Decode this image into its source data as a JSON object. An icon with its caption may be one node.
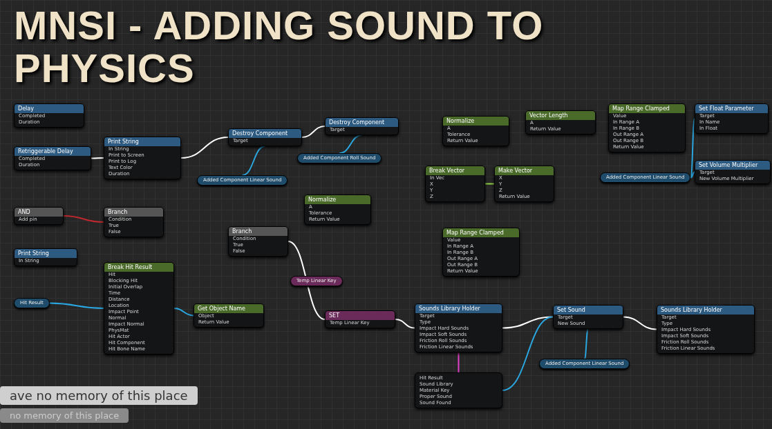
{
  "diagram": {
    "title": "MNSI - ADDING SOUND TO PHYSICS",
    "nodes": [
      {
        "text": [
          "Delay",
          "Completed",
          "Duration"
        ]
      },
      {
        "text": [
          "Retriggerable Delay",
          "Completed",
          "Duration"
        ]
      },
      {
        "text": [
          "Print String",
          "In String",
          "Print to Screen",
          "Print to Log",
          "Text Color",
          "Duration"
        ]
      },
      {
        "text": [
          "Destroy Component",
          "Target"
        ]
      },
      {
        "text": [
          "Destroy Component",
          "Target"
        ]
      },
      {
        "text": [
          "Added Component Linear Sound"
        ]
      },
      {
        "text": [
          "Added Component Roll Sound"
        ]
      },
      {
        "text": [
          "Normalize",
          "A",
          "Tolerance",
          "Return Value"
        ]
      },
      {
        "text": [
          "Break Vector",
          "In Vec",
          "X",
          "Y",
          "Z"
        ]
      },
      {
        "text": [
          "Make Vector",
          "X",
          "Y",
          "Z",
          "Return Value"
        ]
      },
      {
        "text": [
          "Normalize",
          "A",
          "Tolerance",
          "Return Value"
        ]
      },
      {
        "text": [
          "Vector Length",
          "A",
          "Return Value"
        ]
      },
      {
        "text": [
          "Map Range Clamped",
          "Value",
          "In Range A",
          "In Range B",
          "Out Range A",
          "Out Range B",
          "Return Value"
        ]
      },
      {
        "text": [
          "Set Float Parameter",
          "Target",
          "In Name",
          "In Float"
        ]
      },
      {
        "text": [
          "Set Volume Multiplier",
          "Target",
          "New Volume Multiplier"
        ]
      },
      {
        "text": [
          "Added Component Linear Sound"
        ]
      },
      {
        "text": [
          "Branch",
          "Condition",
          "True",
          "False"
        ]
      },
      {
        "text": [
          "Branch",
          "Condition",
          "True",
          "False"
        ]
      },
      {
        "text": [
          "AND",
          "Add pin"
        ]
      },
      {
        "text": [
          "Print String",
          "In String"
        ]
      },
      {
        "text": [
          "Break Hit Result",
          "Hit",
          "Blocking Hit",
          "Initial Overlap",
          "Time",
          "Distance",
          "Location",
          "Impact Point",
          "Normal",
          "Impact Normal",
          "PhysMat",
          "Hit Actor",
          "Hit Component",
          "Hit Bone Name"
        ]
      },
      {
        "text": [
          "Hit Result"
        ]
      },
      {
        "text": [
          "Get Object Name",
          "Object",
          "Return Value"
        ]
      },
      {
        "text": [
          "Temp Linear Key"
        ]
      },
      {
        "text": [
          "SET",
          "Temp Linear Key"
        ]
      },
      {
        "text": [
          "Map Range Clamped",
          "Value",
          "In Range A",
          "In Range B",
          "Out Range A",
          "Out Range B",
          "Return Value"
        ]
      },
      {
        "text": [
          "Sounds Library Holder",
          "Target",
          "Type",
          "Impact Hard Sounds",
          "Impact Soft Sounds",
          "Friction Roll Sounds",
          "Friction Linear Sounds"
        ]
      },
      {
        "text": [
          "Hit Result",
          "Sound Library",
          "Material Key",
          "Proper Sound",
          "Sound Found"
        ]
      },
      {
        "text": [
          "Set Sound",
          "Target",
          "New Sound"
        ]
      },
      {
        "text": [
          "Added Component Linear Sound"
        ]
      },
      {
        "text": [
          "Sounds Library Holder",
          "Target",
          "Type",
          "Impact Hard Sounds",
          "Impact Soft Sounds",
          "Friction Roll Sounds",
          "Friction Linear Sounds"
        ]
      }
    ],
    "edges": [
      {
        "from": 1,
        "to": 2,
        "arrow": "none",
        "color": "#ffffff"
      },
      {
        "from": 2,
        "to": 3,
        "arrow": "none",
        "color": "#ffffff"
      },
      {
        "from": 3,
        "to": 4,
        "arrow": "none",
        "color": "#ffffff"
      },
      {
        "from": 5,
        "to": 3,
        "arrow": "none",
        "color": "#2aa7e0"
      },
      {
        "from": 6,
        "to": 4,
        "arrow": "none",
        "color": "#2aa7e0"
      },
      {
        "from": 8,
        "to": 9,
        "arrow": "none",
        "color": "#8fd13f"
      },
      {
        "from": 15,
        "to": 13,
        "arrow": "none",
        "color": "#2aa7e0"
      },
      {
        "from": 15,
        "to": 14,
        "arrow": "none",
        "color": "#2aa7e0"
      },
      {
        "from": 18,
        "to": 17,
        "arrow": "none",
        "color": "#c0282e"
      },
      {
        "from": 16,
        "to": 24,
        "arrow": "none",
        "color": "#ffffff"
      },
      {
        "from": 24,
        "to": 26,
        "arrow": "none",
        "color": "#ffffff"
      },
      {
        "from": 26,
        "to": 28,
        "arrow": "none",
        "color": "#ffffff"
      },
      {
        "from": 28,
        "to": 30,
        "arrow": "none",
        "color": "#ffffff"
      },
      {
        "from": 29,
        "to": 28,
        "arrow": "none",
        "color": "#2aa7e0"
      },
      {
        "from": 27,
        "to": 28,
        "arrow": "none",
        "color": "#2aa7e0"
      },
      {
        "from": 26,
        "to": 27,
        "arrow": "none",
        "color": "#e040c8"
      },
      {
        "from": 21,
        "to": 20,
        "arrow": "none",
        "color": "#2aa7e0"
      },
      {
        "from": 20,
        "to": 22,
        "arrow": "none",
        "color": "#2aa7e0"
      }
    ],
    "labels": [
      "ave no memory of this place",
      "no memory of this place"
    ]
  }
}
